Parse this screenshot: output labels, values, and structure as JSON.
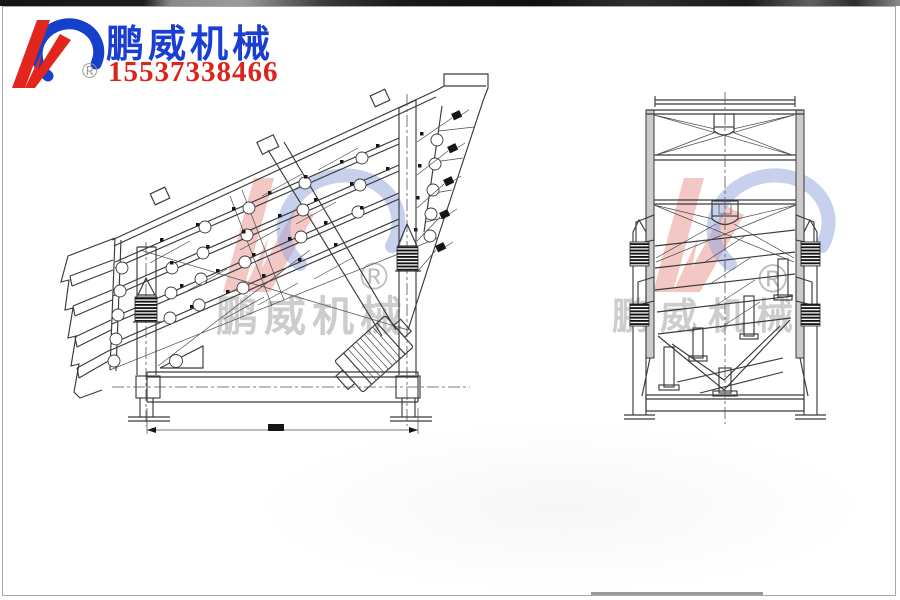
{
  "header": {
    "company_name": "鹏威机械",
    "phone": "15537338466",
    "registered_mark": "®"
  },
  "watermark": {
    "text": "鹏威机械",
    "registered_mark": "®"
  },
  "colors": {
    "brand_blue": "#1a3ed1",
    "brand_red": "#da241c",
    "logo_red": "#e3261d",
    "logo_blue": "#1440cb",
    "drawing_line": "#3a3a3a",
    "watermark_red": "#e2837c",
    "watermark_blue": "#8fa3dd",
    "watermark_gray": "#c4c4c4"
  }
}
